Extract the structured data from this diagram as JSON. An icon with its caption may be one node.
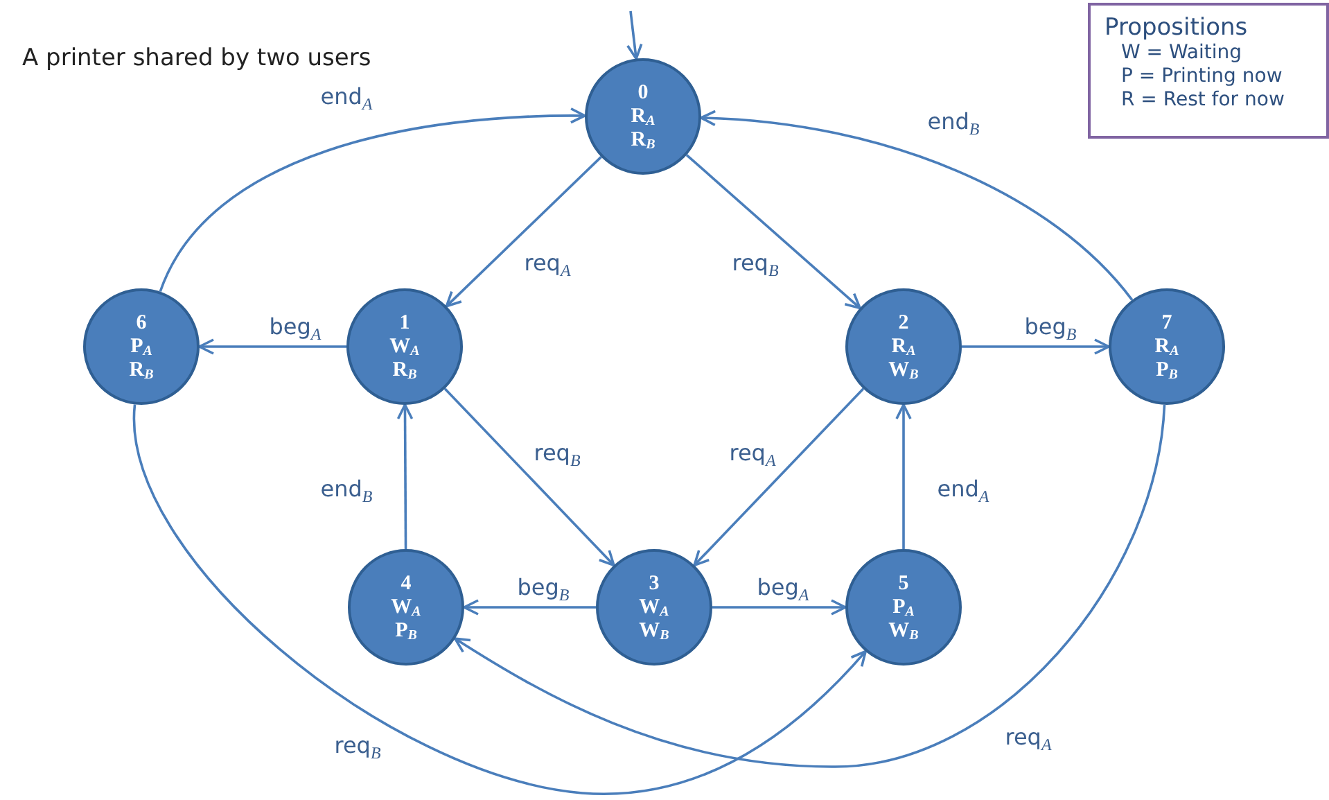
{
  "diagram": {
    "title": "A printer shared by two users",
    "nodes": [
      {
        "text": [
          "0",
          "R$_{A}$",
          "R$_{B}$"
        ]
      },
      {
        "text": [
          "1",
          "W$_{A}$",
          "R$_{B}$"
        ]
      },
      {
        "text": [
          "2",
          "R$_{A}$",
          "W$_{B}$"
        ]
      },
      {
        "text": [
          "3",
          "W$_{A}$",
          "W$_{B}$"
        ]
      },
      {
        "text": [
          "4",
          "W$_{A}$",
          "P$_{B}$"
        ]
      },
      {
        "text": [
          "5",
          "P$_{A}$",
          "W$_{B}$"
        ]
      },
      {
        "text": [
          "6",
          "P$_{A}$",
          "R$_{B}$"
        ]
      },
      {
        "text": [
          "7",
          "R$_{A}$",
          "P$_{B}$"
        ]
      },
      {
        "text": [
          "Propositions",
          "W = Waiting",
          "P = Printing now",
          "R = Rest for now"
        ]
      }
    ],
    "edges": [
      {
        "from": null,
        "to": 0,
        "arrow": "to"
      },
      {
        "from": 0,
        "to": 1,
        "arrow": "to",
        "label": "req$_{A}$"
      },
      {
        "from": 0,
        "to": 2,
        "arrow": "to",
        "label": "req$_{B}$"
      },
      {
        "from": 1,
        "to": 6,
        "arrow": "to",
        "label": "beg$_{A}$"
      },
      {
        "from": 6,
        "to": 0,
        "arrow": "to",
        "label": "end$_{A}$"
      },
      {
        "from": 2,
        "to": 7,
        "arrow": "to",
        "label": "beg$_{B}$"
      },
      {
        "from": 7,
        "to": 0,
        "arrow": "to",
        "label": "end$_{B}$"
      },
      {
        "from": 1,
        "to": 3,
        "arrow": "to",
        "label": "req$_{B}$"
      },
      {
        "from": 2,
        "to": 3,
        "arrow": "to",
        "label": "req$_{A}$"
      },
      {
        "from": 3,
        "to": 4,
        "arrow": "to",
        "label": "beg$_{B}$"
      },
      {
        "from": 3,
        "to": 5,
        "arrow": "to",
        "label": "beg$_{A}$"
      },
      {
        "from": 4,
        "to": 1,
        "arrow": "to",
        "label": "end$_{B}$"
      },
      {
        "from": 5,
        "to": 2,
        "arrow": "to",
        "label": "end$_{A}$"
      },
      {
        "from": 6,
        "to": 5,
        "arrow": "to",
        "label": "req$_{B}$"
      },
      {
        "from": 7,
        "to": 4,
        "arrow": "to",
        "label": "req$_{A}$"
      }
    ]
  }
}
